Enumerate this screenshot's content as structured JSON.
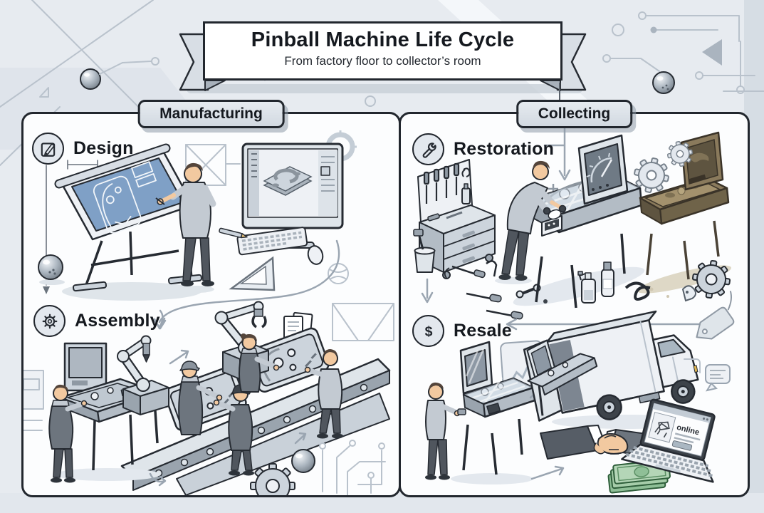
{
  "banner": {
    "title": "Pinball Machine Life Cycle",
    "subtitle": "From factory floor to collector’s room"
  },
  "panels": {
    "manufacturing": {
      "header": "Manufacturing",
      "sections": [
        {
          "label": "Design",
          "icon": "pencil-square-icon"
        },
        {
          "label": "Assembly",
          "icon": "gear-icon"
        }
      ]
    },
    "collecting": {
      "header": "Collecting",
      "sections": [
        {
          "label": "Restoration",
          "icon": "wrench-icon"
        },
        {
          "label": "Resale",
          "icon": "dollar-icon"
        }
      ]
    }
  },
  "scenes": {
    "resale": {
      "laptop_label": "online"
    }
  },
  "icons": {
    "dollar_glyph": "$"
  },
  "colors": {
    "background": "#e7ebf0",
    "panel": "#fcfdfe",
    "outline": "#262b32",
    "blueprint_blue": "#7fa0c6",
    "arrow_gray": "#9aa5b1",
    "money_green": "#a6cdaa",
    "rust_brown": "#8a7a5c"
  }
}
